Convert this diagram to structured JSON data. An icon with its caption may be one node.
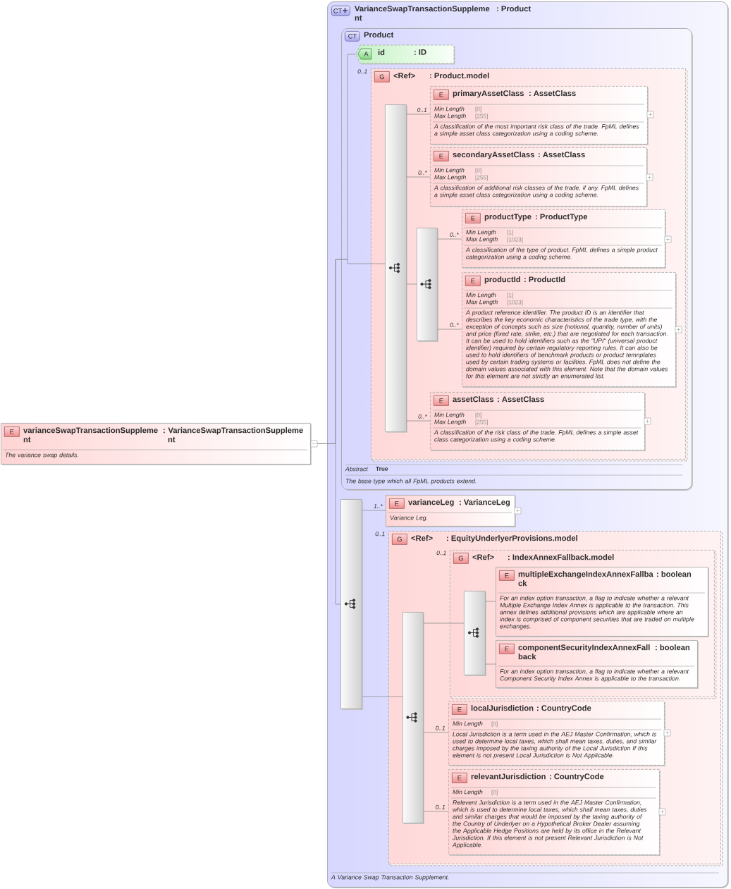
{
  "diagram": {
    "nodes": [
      {
        "text": [
          "E",
          "varianceSwapTransactionSuppleme nt",
          ": VarianceSwapTransactionSuppleme nt",
          "The variance swap details."
        ]
      },
      {
        "text": [
          "CT",
          "VarianceSwapTransactionSuppleme nt",
          ": Product",
          "A Variance Swap Transaction Supplement."
        ]
      },
      {
        "text": [
          "CT",
          "Product",
          "Abstract",
          "True",
          "The base type which all FpML products extend."
        ],
        "in": 1
      },
      {
        "text": [
          "A",
          "id",
          ": ID"
        ],
        "in": 2
      },
      {
        "text": [
          "G",
          "<Ref>",
          ": Product.model"
        ],
        "in": 2,
        "beside": [
          "0..1"
        ]
      },
      {
        "text": [],
        "shape": "box",
        "in": 4
      },
      {
        "text": [
          "E",
          "primaryAssetClass",
          ": AssetClass",
          "Min Length",
          "[0]",
          "Max Length",
          "[255]",
          "A classification of the most important risk class of the trade. FpML defines a simple asset class categorization using a coding scheme."
        ],
        "in": 4
      },
      {
        "text": [
          "E",
          "secondaryAssetClass",
          ": AssetClass",
          "Min Length",
          "[0]",
          "Max Length",
          "[255]",
          "A classification of additional risk classes of the trade, if any. FpML defines a simple asset class categorization using a coding scheme."
        ],
        "in": 4
      },
      {
        "text": [],
        "shape": "box",
        "in": 4
      },
      {
        "text": [
          "E",
          "productType",
          ": ProductType",
          "Min Length",
          "[1]",
          "Max Length",
          "[1023]",
          "A classification of the type of product. FpML defines a simple product categorization using a coding scheme."
        ],
        "in": 4
      },
      {
        "text": [
          "E",
          "productId",
          ": ProductId",
          "Min Length",
          "[1]",
          "Max Length",
          "[1023]",
          "A product reference identifier. The product ID is an identifier that describes the key economic characteristics of the trade type, with the exception of concepts such as size (notional, quantity, number of units) and price (fixed rate, strike, etc.) that are negotiated for each transaction. It can be used to hold identifiers such as the \"UPI\" (universal product identifier) required by certain regulatory reporting rules. It can also be used to hold identifiers of benchmark products or product temnplates used by certain trading systems or facilities. FpML does not define the domain values associated with this element. Note that the domain values for this element are not strictly an enumerated list."
        ],
        "in": 4
      },
      {
        "text": [
          "E",
          "assetClass",
          ": AssetClass",
          "Min Length",
          "[0]",
          "Max Length",
          "[255]",
          "A classification of the risk class of the trade. FpML defines a simple asset class categorization using a coding scheme."
        ],
        "in": 4
      },
      {
        "text": [],
        "shape": "box",
        "in": 1
      },
      {
        "text": [
          "E",
          "varianceLeg",
          ": VarianceLeg",
          "Variance Leg."
        ],
        "in": 1
      },
      {
        "text": [
          "G",
          "<Ref>",
          ": EquityUnderlyerProvisions.model"
        ],
        "in": 1,
        "beside": [
          "0..1"
        ]
      },
      {
        "text": [],
        "shape": "box",
        "in": 14
      },
      {
        "text": [
          "G",
          "<Ref>",
          ": IndexAnnexFallback.model"
        ],
        "in": 14,
        "beside": [
          "0..1"
        ]
      },
      {
        "text": [],
        "shape": "box",
        "in": 16
      },
      {
        "text": [
          "E",
          "multipleExchangeIndexAnnexFallba ck",
          ": boolean",
          "For an index option transaction, a flag to indicate whether a relevant Multiple Exchange Index Annex is applicable to the transaction. This annex defines additional provisions which are applicable where an index is comprised of component securities that are traded on multiple exchanges."
        ],
        "in": 16
      },
      {
        "text": [
          "E",
          "componentSecurityIndexAnnexFall back",
          ": boolean",
          "For an index option transaction, a flag to indicate whether a relevant Component Security Index Annex is applicable to the transaction."
        ],
        "in": 16
      },
      {
        "text": [
          "E",
          "localJurisdiction",
          ": CountryCode",
          "Min Length",
          "[0]",
          "Local Jurisdiction is a term used in the AEJ Master Confirmation, which is used to determine local taxes, which shall mean taxes, duties, and similar charges imposed by the taxing authority of the Local Jurisdiction If this element is not present Local Jurisdiction is Not Applicable."
        ],
        "in": 14
      },
      {
        "text": [
          "E",
          "relevantJurisdiction",
          ": CountryCode",
          "Min Length",
          "[0]",
          "Relevent Jurisdiction is a term used in the AEJ Master Confirmation, which is used to determine local taxes, which shall mean taxes, duties and similar charges that would be imposed by the taxing authority of the Country of Underlyer on a Hypothetical Broker Dealer assuming the Applicable Hedge Positions are held by its office in the Relevant Jurisdiction. If this element is not present Relevant Jurisdiction is Not Applicable."
        ],
        "in": 14
      }
    ],
    "edges": [
      {
        "from": 0,
        "to": 3,
        "arrow": "none"
      },
      {
        "from": 0,
        "to": 5,
        "arrow": "none"
      },
      {
        "from": 0,
        "to": 12,
        "arrow": "none"
      },
      {
        "from": 5,
        "to": 6,
        "arrow": "none",
        "label": "0..1"
      },
      {
        "from": 5,
        "to": 7,
        "arrow": "none",
        "label": "0..*"
      },
      {
        "from": 5,
        "to": 8,
        "arrow": "none"
      },
      {
        "from": 8,
        "to": 9,
        "arrow": "none",
        "label": "0..*"
      },
      {
        "from": 8,
        "to": 10,
        "arrow": "none",
        "label": "0..*"
      },
      {
        "from": 5,
        "to": 11,
        "arrow": "none",
        "label": "0..*"
      },
      {
        "from": 12,
        "to": 13,
        "arrow": "none",
        "label": "1..*"
      },
      {
        "from": 12,
        "to": 15,
        "arrow": "none"
      },
      {
        "from": 15,
        "to": 17,
        "arrow": "none"
      },
      {
        "from": 17,
        "to": 18,
        "arrow": "none"
      },
      {
        "from": 17,
        "to": 19,
        "arrow": "none"
      },
      {
        "from": 15,
        "to": 20,
        "arrow": "none",
        "label": "0..1"
      },
      {
        "from": 15,
        "to": 21,
        "arrow": "none",
        "label": "0..1"
      }
    ]
  }
}
